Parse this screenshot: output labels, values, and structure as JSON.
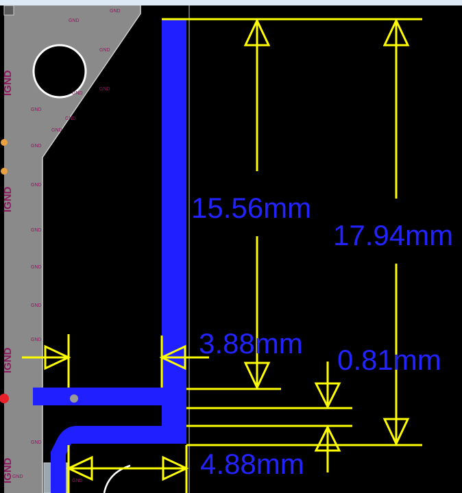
{
  "view": {
    "background": "#000000",
    "copper_pour_color": "#808080",
    "trace_color": "#1f1fff",
    "dimension_color": "#ffff00",
    "label_color": "#2323ff",
    "frame_border_color": "#8fb4d9",
    "net_label_color": "#8b1a5e"
  },
  "dimensions": [
    {
      "id": "dim-15-56",
      "text": "15.56mm"
    },
    {
      "id": "dim-17-94",
      "text": "17.94mm"
    },
    {
      "id": "dim-3-88",
      "text": "3.88mm"
    },
    {
      "id": "dim-0-81",
      "text": "0.81mm"
    },
    {
      "id": "dim-4-88",
      "text": "4.88mm"
    }
  ],
  "net_labels": {
    "side": [
      "IGND",
      "IGND",
      "IGND",
      "IGND"
    ],
    "marker": "GND"
  }
}
